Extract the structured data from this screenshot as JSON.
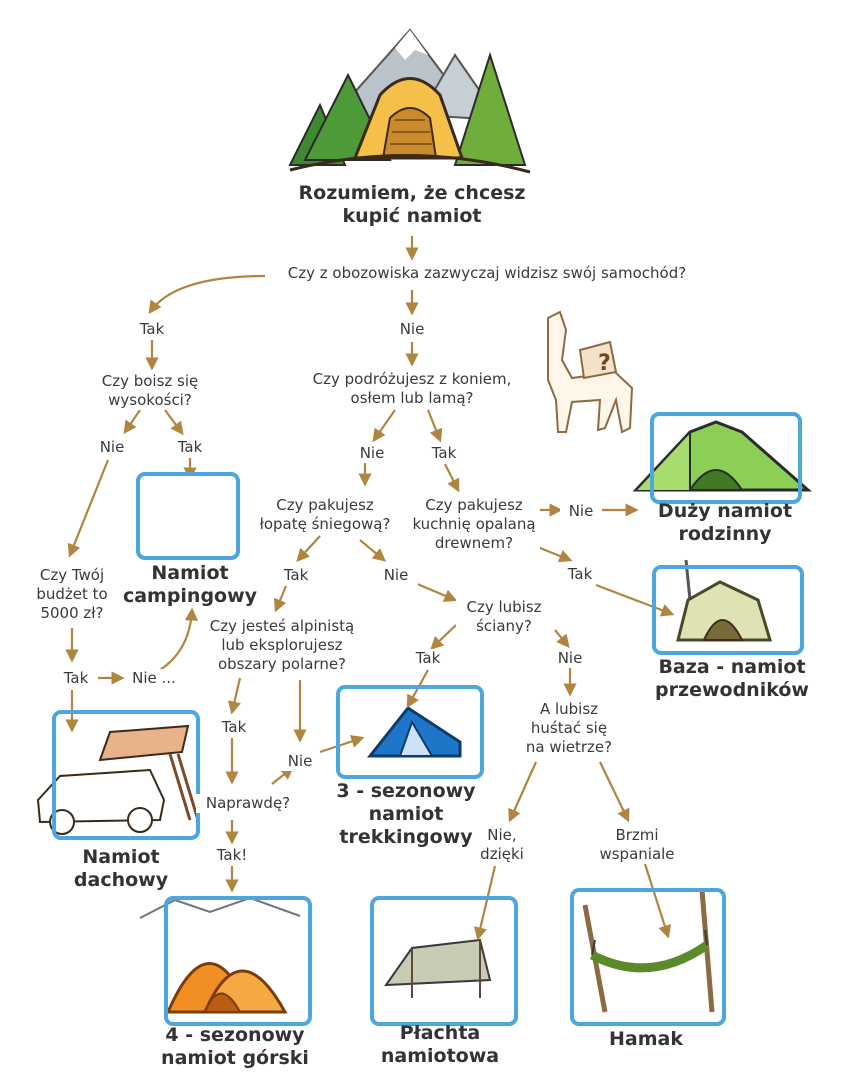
{
  "title": {
    "line1": "Rozumiem, że chcesz",
    "line2": "kupić namiot"
  },
  "questions": {
    "car": "Czy z obozowiska zazwyczaj widzisz swój samochód?",
    "heights": {
      "line1": "Czy boisz się",
      "line2": "wysokości?"
    },
    "animal": {
      "line1": "Czy podróżujesz z koniem,",
      "line2": "osłem lub lamą?"
    },
    "shovel": {
      "line1": "Czy pakujesz",
      "line2": "łopatę śniegową?"
    },
    "stove": {
      "line1": "Czy pakujesz",
      "line2": "kuchnię opalaną",
      "line3": "drewnem?"
    },
    "budget": {
      "line1": "Czy Twój",
      "line2": "budżet to",
      "line3": "5000 zł?"
    },
    "climber": {
      "line1": "Czy jesteś alpinistą",
      "line2": "lub eksplorujesz",
      "line3": "obszary polarne?"
    },
    "walls": {
      "line1": "Czy lubisz",
      "line2": "ściany?"
    },
    "swing": {
      "line1": "A lubisz",
      "line2": "huśtać się",
      "line3": "na wietrze?"
    },
    "really": "Naprawdę?"
  },
  "answers": {
    "car_yes": "Tak",
    "car_no": "Nie",
    "heights_no": "Nie",
    "heights_yes": "Tak",
    "animal_no": "Nie",
    "animal_yes": "Tak",
    "stove_no": "Nie",
    "stove_yes": "Tak",
    "shovel_yes": "Tak",
    "shovel_no": "Nie",
    "budget_yes": "Tak",
    "budget_no": "Nie ...",
    "walls_yes": "Tak",
    "walls_no": "Nie",
    "climber_yes": "Tak",
    "climber_no": "Nie",
    "really_yes": "Tak!",
    "swing_no": {
      "line1": "Nie,",
      "line2": "dzięki"
    },
    "swing_yes": {
      "line1": "Brzmi",
      "line2": "wspaniale"
    }
  },
  "results": {
    "camping": {
      "line1": "Namiot",
      "line2": "campingowy"
    },
    "family": {
      "line1": "Duży namiot",
      "line2": "rodzinny"
    },
    "outfitter": {
      "line1": "Baza - namiot",
      "line2": "przewodników"
    },
    "rooftop": {
      "line1": "Namiot",
      "line2": "dachowy"
    },
    "three_season": {
      "line1": "3 - sezonowy",
      "line2": "namiot",
      "line3": "trekkingowy"
    },
    "four_season": {
      "line1": "4 - sezonowy",
      "line2": "namiot górski"
    },
    "tarp": {
      "line1": "Płachta",
      "line2": "namiotowa"
    },
    "hammock": "Hamak"
  },
  "colors": {
    "arrow": "#b08540",
    "frame": "#4da6de",
    "text": "#333333"
  }
}
